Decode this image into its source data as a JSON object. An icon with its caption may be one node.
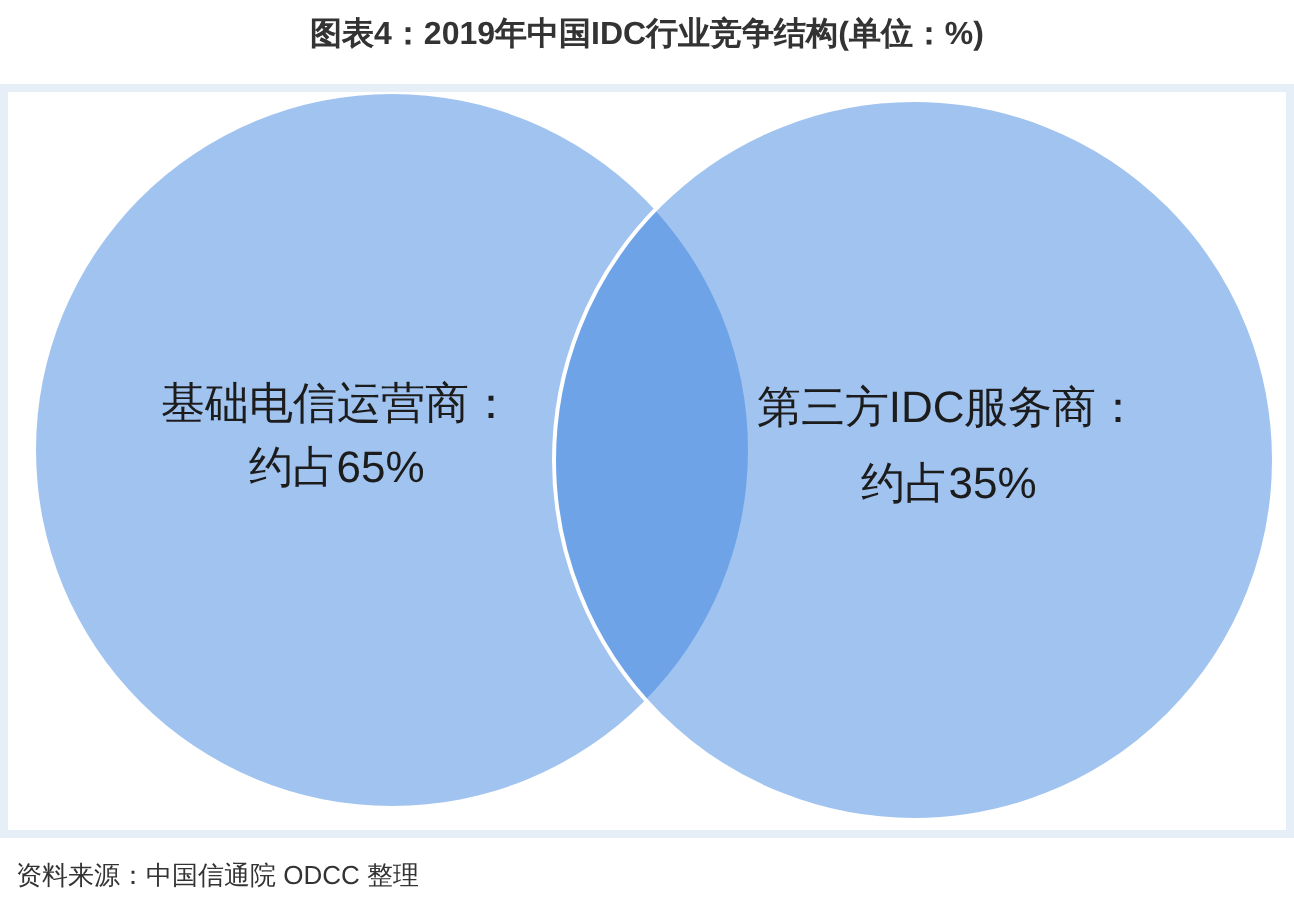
{
  "diagram": {
    "title": "图表4：2019年中国IDC行业竞争结构(单位：%)",
    "caption": "资料来源：中国信通院 ODCC 整理",
    "nodes": [
      {
        "text": [
          "基础电信运营商：约占65%"
        ]
      },
      {
        "text": [
          "第三方IDC服务商：约占35%"
        ]
      }
    ]
  }
}
